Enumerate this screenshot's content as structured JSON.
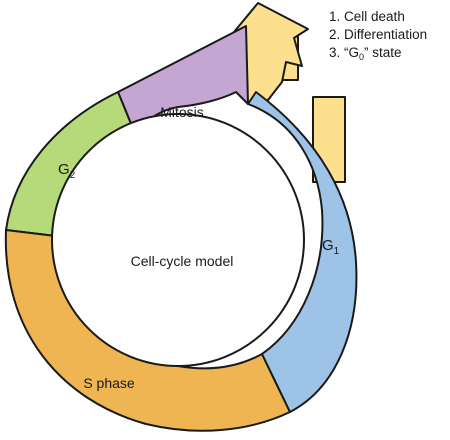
{
  "diagram": {
    "center_label": "Cell-cycle model",
    "phases": {
      "mitosis": "Mitosis",
      "g2": {
        "letter": "G",
        "subscript": "2"
      },
      "s_phase": "S phase",
      "g1": {
        "letter": "G",
        "subscript": "1"
      }
    },
    "outcomes": [
      {
        "number": "1.",
        "text": "Cell death"
      },
      {
        "number": "2.",
        "text": "Differentiation"
      },
      {
        "number": "3.",
        "quote_open": "“G",
        "subscript": "0",
        "quote_close": "” state"
      }
    ],
    "colors": {
      "mitosis": "#C3A6D2",
      "g2": "#B6D97A",
      "s_phase": "#EFB552",
      "g1": "#9DC3E6",
      "exit_arrow": "#FDE08E",
      "outline": "#1a1a1a"
    }
  }
}
